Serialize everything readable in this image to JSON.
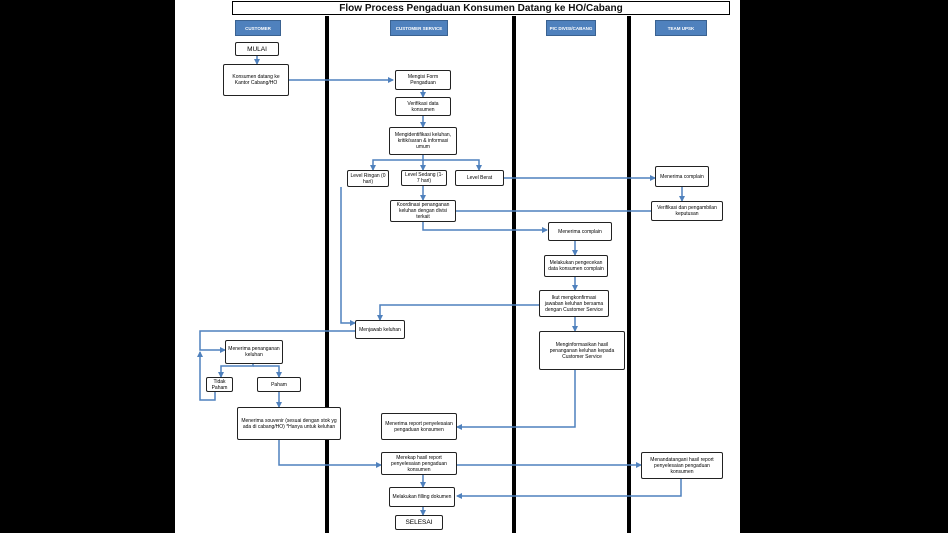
{
  "title": "Flow Process Pengaduan Konsumen Datang ke HO/Cabang",
  "lanes": {
    "customer": "CUSTOMER",
    "customer_service": "CUSTOMER SERVICE",
    "pic": "PIC DIVISI/CABANG",
    "team_upsk": "TEAM UPSK"
  },
  "steps": {
    "mulai": "MULAI",
    "konsumen_datang": "Konsumen datang ke Kantor Cabang/HO",
    "mengisi_form": "Mengisi Form Pengaduan",
    "verifikasi_data": "Verifikasi data konsumen",
    "mengidentifikasi": "Mengidentifikasi keluhan, kritik/saran & informasi umum",
    "level_ringan": "Level Ringan (0 hari)",
    "level_sedang": "Level Sedang (1-7 hari)",
    "level_berat": "Level Berat",
    "koordinasi": "Koordinasi penanganan keluhan dengan divisi terkait",
    "menerima_complain_pic": "Menerima complain",
    "melakukan_pengecekan": "Melakukan pengecekan data konsumen complain",
    "ikut_mengkonfirmasi": "Ikut mengkonfirmasi jawaban keluhan bersama dengan Customer Service",
    "menginformasikan": "Menginformasikan hasil penanganan keluhan kepada Customer Service",
    "menerima_complain_upsk": "Menerima complain",
    "verifikasi_pengambilan": "Verifikasi dan pengambilan keputusan",
    "menjawab_keluhan": "Menjawab keluhan",
    "menerima_penanganan": "Menerima penanganan keluhan",
    "tidak_paham": "Tidak Paham",
    "paham": "Paham",
    "menerima_souvenir": "Menerima souvenir (sesuai dengan stok yg ada di cabang/HO) *Hanya untuk keluhan",
    "menerima_report": "Menerima report penyelesaian pengaduan konsumen",
    "merekap": "Merekap hasil report penyelesaian pengaduan konsumen",
    "menandatangani": "Menandatangani hasil report penyelesaian pengaduan konsumen",
    "melakukan_filling": "Melakukan filling dokumen",
    "selesai": "SELESAI"
  },
  "colors": {
    "lane_header": "#4f81bd",
    "arrow": "#4f81bd",
    "background": "#000000"
  }
}
